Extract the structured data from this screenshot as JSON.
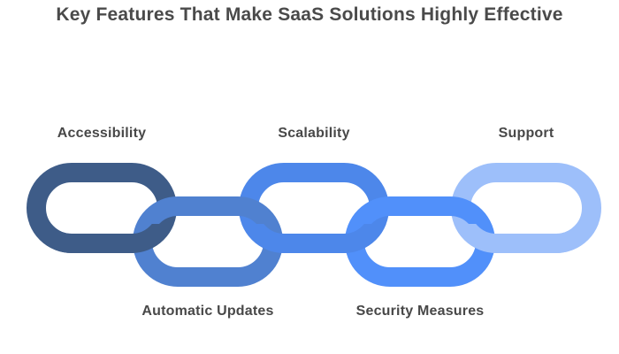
{
  "title": "Key Features That Make SaaS Solutions Highly Effective",
  "diagram": {
    "type": "chain-links",
    "background_color": "#ffffff",
    "label_color": "#484848",
    "links": [
      {
        "label": "Accessibility",
        "color": "#3e5c88",
        "row": "top",
        "label_position": "top"
      },
      {
        "label": "Automatic Updates",
        "color": "#5081d0",
        "row": "bottom",
        "label_position": "bottom"
      },
      {
        "label": "Scalability",
        "color": "#4d87ea",
        "row": "top",
        "label_position": "top"
      },
      {
        "label": "Security Measures",
        "color": "#5190fa",
        "row": "bottom",
        "label_position": "bottom"
      },
      {
        "label": "Support",
        "color": "#9dbffa",
        "row": "top",
        "label_position": "top"
      }
    ]
  }
}
